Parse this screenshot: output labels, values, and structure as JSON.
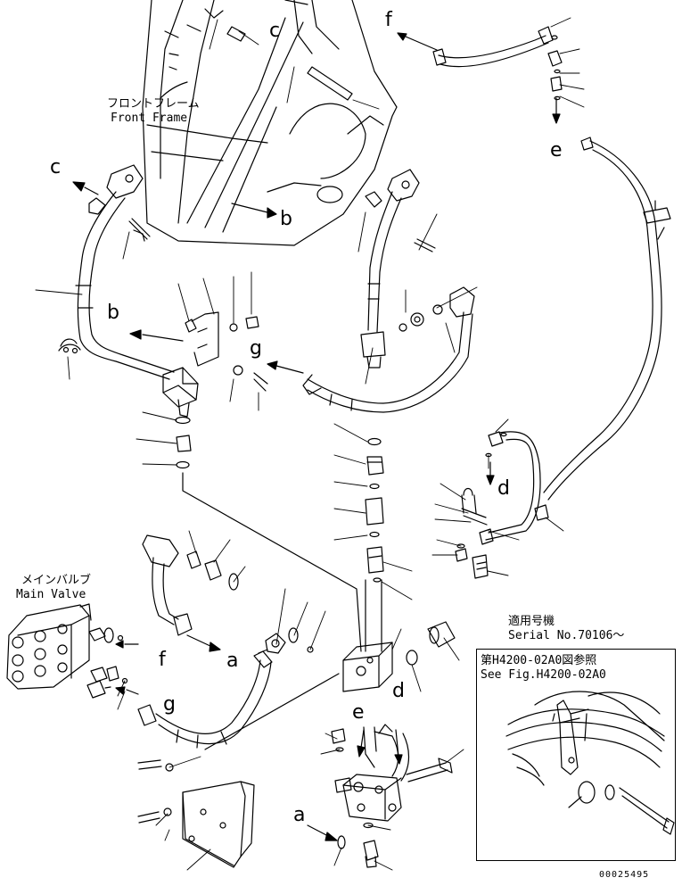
{
  "labels": {
    "front_frame_jp": "フロントフレーム",
    "front_frame_en": "Front Frame",
    "main_valve_jp": "メインバルブ",
    "main_valve_en": "Main Valve",
    "applicable_serial_jp": "適用号機",
    "serial_no": "Serial No.70106～",
    "see_fig_jp": "第H4200-02A0図参照",
    "see_fig_en": "See Fig.H4200-02A0",
    "drawing_code": "00025495"
  },
  "connection_letters": [
    {
      "id": "f-top",
      "text": "f"
    },
    {
      "id": "c-top",
      "text": "c"
    },
    {
      "id": "e-top",
      "text": "e"
    },
    {
      "id": "c-left",
      "text": "c"
    },
    {
      "id": "b-frame",
      "text": "b"
    },
    {
      "id": "b-left",
      "text": "b"
    },
    {
      "id": "g-mid",
      "text": "g"
    },
    {
      "id": "d-right",
      "text": "d"
    },
    {
      "id": "f-valve",
      "text": "f"
    },
    {
      "id": "a-mid",
      "text": "a"
    },
    {
      "id": "g-valve",
      "text": "g"
    },
    {
      "id": "e-bottom",
      "text": "e"
    },
    {
      "id": "d-bottom",
      "text": "d"
    },
    {
      "id": "a-bottom",
      "text": "a"
    }
  ]
}
